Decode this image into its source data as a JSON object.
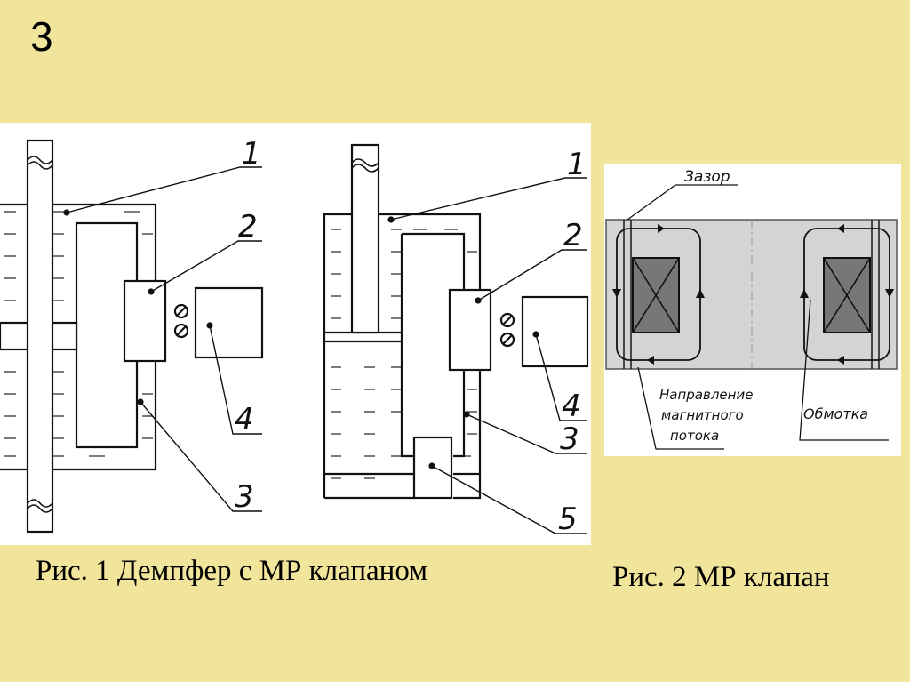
{
  "slide": {
    "number": "3"
  },
  "figure1": {
    "caption": "Рис. 1 Демпфер с МР клапаном",
    "damper_a": {
      "callouts": [
        "1",
        "2",
        "3",
        "4"
      ]
    },
    "damper_b": {
      "callouts": [
        "1",
        "2",
        "3",
        "4",
        "5"
      ]
    }
  },
  "figure2": {
    "caption": "Рис. 2 МР клапан",
    "labels": {
      "gap": "Зазор",
      "flux_line1": "Направление",
      "flux_line2": "магнитного",
      "flux_line3": "потока",
      "winding": "Обмотка"
    }
  }
}
